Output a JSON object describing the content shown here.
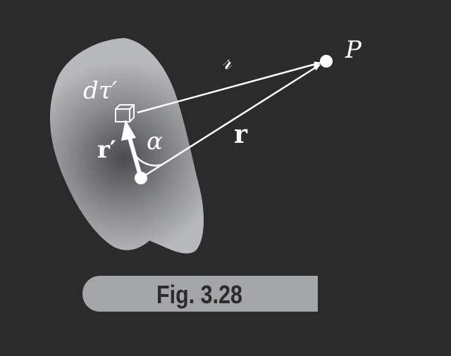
{
  "figure": {
    "labels": {
      "volume_element": "dτ′",
      "separation": "𝓇",
      "field_point": "P",
      "source_vector": "r′",
      "angle": "α",
      "position_vector": "r"
    },
    "caption": "Fig. 3.28"
  },
  "colors": {
    "background": "#2b2b2b",
    "foreground": "#ffffff",
    "blob_center": "#4a4b4e",
    "blob_edge": "#b8b9bd",
    "caption_bar": "#a4a5a9",
    "caption_text": "#2b2b2b"
  }
}
